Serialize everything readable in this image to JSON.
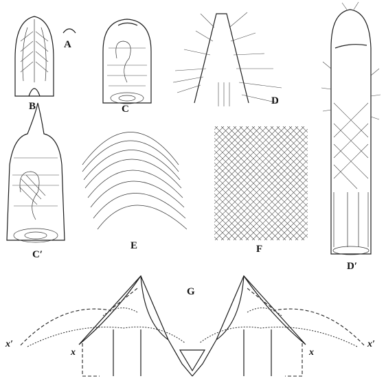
{
  "figure_labels": {
    "a": "A",
    "b": "B",
    "c": "C",
    "c_prime": "C′",
    "d": "D",
    "d_prime": "D′",
    "e": "E",
    "f": "F",
    "g": "G",
    "x_left_outer": "x′",
    "x_left_inner": "x",
    "x_right_inner": "x",
    "x_right_outer": "x′"
  }
}
